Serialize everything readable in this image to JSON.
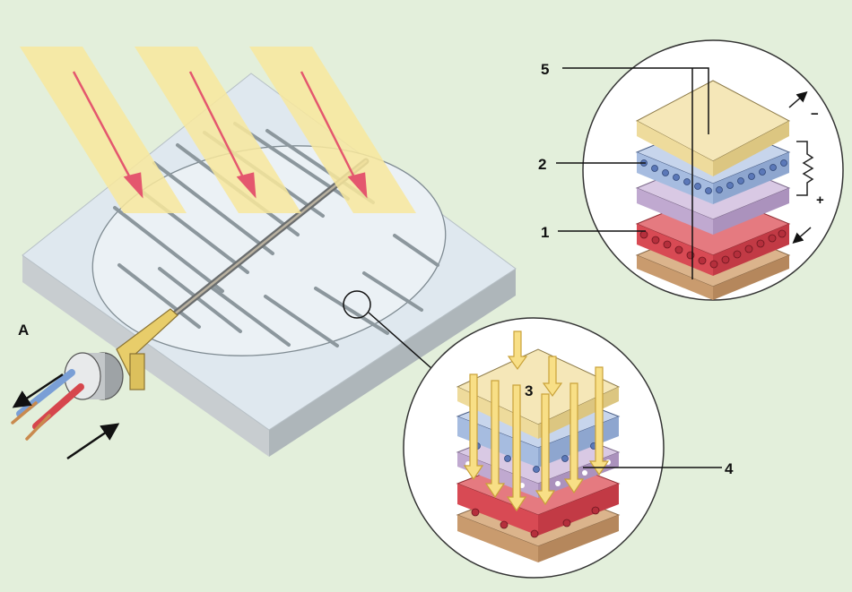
{
  "labels": {
    "panel": "A",
    "n1": "1",
    "n2": "2",
    "n3": "3",
    "n4": "4",
    "n5": "5"
  },
  "symbols": {
    "minus": "−",
    "plus": "+"
  },
  "colors": {
    "background": "#e3efdb",
    "sunbeam": "#f8e79c",
    "arrow": "#e4576e",
    "top_layer": "#f3e6b6",
    "n_layer": "#aabfdf",
    "p_layer": "#d94f5a",
    "junction": "#c9b4d6",
    "base_layer": "#d7ae85"
  }
}
